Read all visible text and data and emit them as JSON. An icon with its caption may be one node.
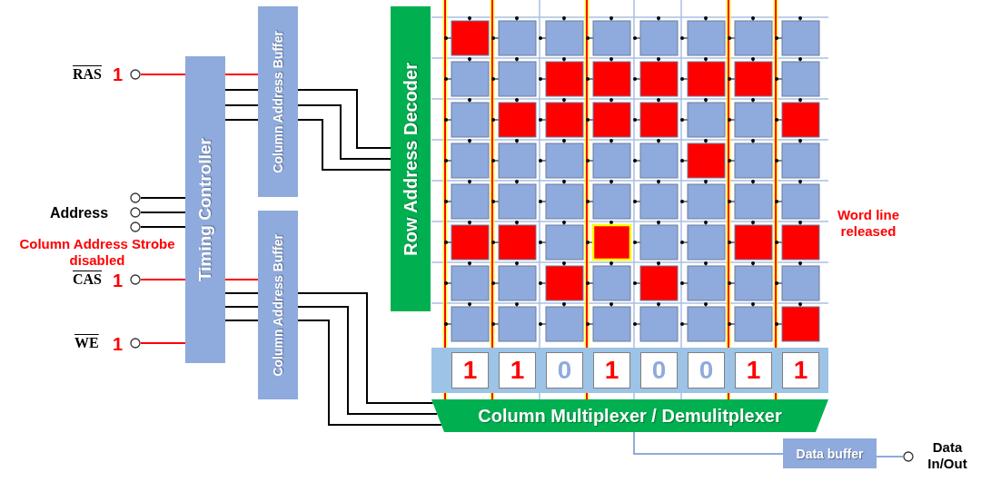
{
  "diagram": {
    "nodes": [
      {
        "text": [],
        "shape": "circle",
        "beside": [
          "RAS",
          "1"
        ]
      },
      {
        "text": [],
        "shape": "circle"
      },
      {
        "text": [],
        "shape": "circle",
        "beside": [
          "Address"
        ]
      },
      {
        "text": [],
        "shape": "circle"
      },
      {
        "text": [],
        "shape": "circle",
        "beside": [
          "CAS",
          "1"
        ]
      },
      {
        "text": [],
        "shape": "circle",
        "beside": [
          "WE",
          "1"
        ]
      },
      {
        "text": [
          "Timing Controller"
        ]
      },
      {
        "text": [
          "Column Address Buffer"
        ]
      },
      {
        "text": [
          "Column Address Buffer"
        ]
      },
      {
        "text": [
          "Row Address Decoder"
        ]
      },
      {
        "text": [],
        "shape": "bar"
      },
      {
        "text": [
          "1"
        ],
        "in": 10
      },
      {
        "text": [
          "1"
        ],
        "in": 10
      },
      {
        "text": [
          "0"
        ],
        "in": 10
      },
      {
        "text": [
          "1"
        ],
        "in": 10
      },
      {
        "text": [
          "0"
        ],
        "in": 10
      },
      {
        "text": [
          "0"
        ],
        "in": 10
      },
      {
        "text": [
          "1"
        ],
        "in": 10
      },
      {
        "text": [
          "1"
        ],
        "in": 10
      },
      {
        "text": [
          "Column Multiplexer / Demulitplexer"
        ]
      },
      {
        "text": [
          "Data buffer"
        ]
      },
      {
        "text": [],
        "shape": "circle",
        "beside": [
          "Data In/Out"
        ]
      }
    ],
    "edges": [
      {
        "from": 0,
        "to": 6,
        "arrow": "none",
        "color": "#ff0000"
      },
      {
        "from": 1,
        "to": 6,
        "arrow": "none"
      },
      {
        "from": 2,
        "to": 6,
        "arrow": "none"
      },
      {
        "from": 3,
        "to": 6,
        "arrow": "none"
      },
      {
        "from": 4,
        "to": 6,
        "arrow": "none",
        "color": "#ff0000"
      },
      {
        "from": 5,
        "to": 6,
        "arrow": "none",
        "color": "#ff0000"
      },
      {
        "from": 6,
        "to": 7,
        "arrow": "none",
        "color": "#ff0000"
      },
      {
        "from": 6,
        "to": 7,
        "arrow": "none"
      },
      {
        "from": 6,
        "to": 7,
        "arrow": "none"
      },
      {
        "from": 6,
        "to": 7,
        "arrow": "none"
      },
      {
        "from": 6,
        "to": 8,
        "arrow": "none",
        "color": "#ff0000"
      },
      {
        "from": 6,
        "to": 8,
        "arrow": "none"
      },
      {
        "from": 6,
        "to": 8,
        "arrow": "none"
      },
      {
        "from": 6,
        "to": 8,
        "arrow": "none"
      },
      {
        "from": 7,
        "to": 9,
        "arrow": "none"
      },
      {
        "from": 7,
        "to": 9,
        "arrow": "none"
      },
      {
        "from": 7,
        "to": 9,
        "arrow": "none"
      },
      {
        "from": 8,
        "to": 19,
        "arrow": "none"
      },
      {
        "from": 8,
        "to": 19,
        "arrow": "none"
      },
      {
        "from": 8,
        "to": 19,
        "arrow": "none"
      },
      {
        "from": 19,
        "to": 20,
        "arrow": "none",
        "color": "#8faadc"
      },
      {
        "from": 20,
        "to": 21,
        "arrow": "none",
        "color": "#8faadc"
      }
    ],
    "labels": [
      "Word line released",
      "Column Address Strobe disabled"
    ]
  }
}
